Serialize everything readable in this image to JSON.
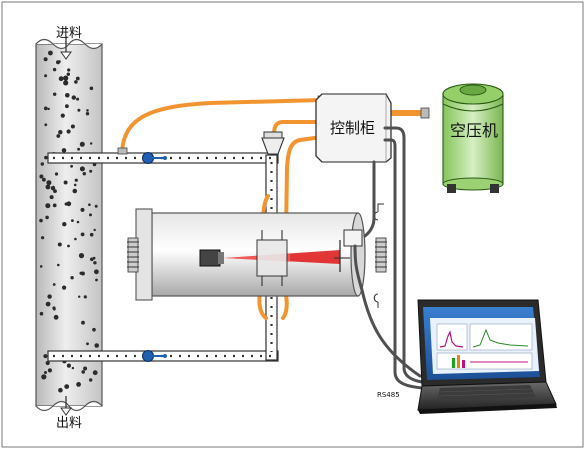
{
  "labels": {
    "feed_in": "进料",
    "discharge": "出料",
    "control_cabinet": "控制柜",
    "air_compressor": "空压机",
    "rs485": "RS485"
  },
  "colors": {
    "air_line": "#f29530",
    "cable": "#505050",
    "laser": "#e02020",
    "valve": "#2060b0",
    "compressor_cap": "#86c45a",
    "compressor_body": "#bfe3a7",
    "pipe_fill": "#d9d9d9"
  },
  "icons": {
    "laptop": "laptop-icon",
    "compressor": "air-compressor-icon",
    "control_cabinet": "control-cabinet-icon"
  }
}
